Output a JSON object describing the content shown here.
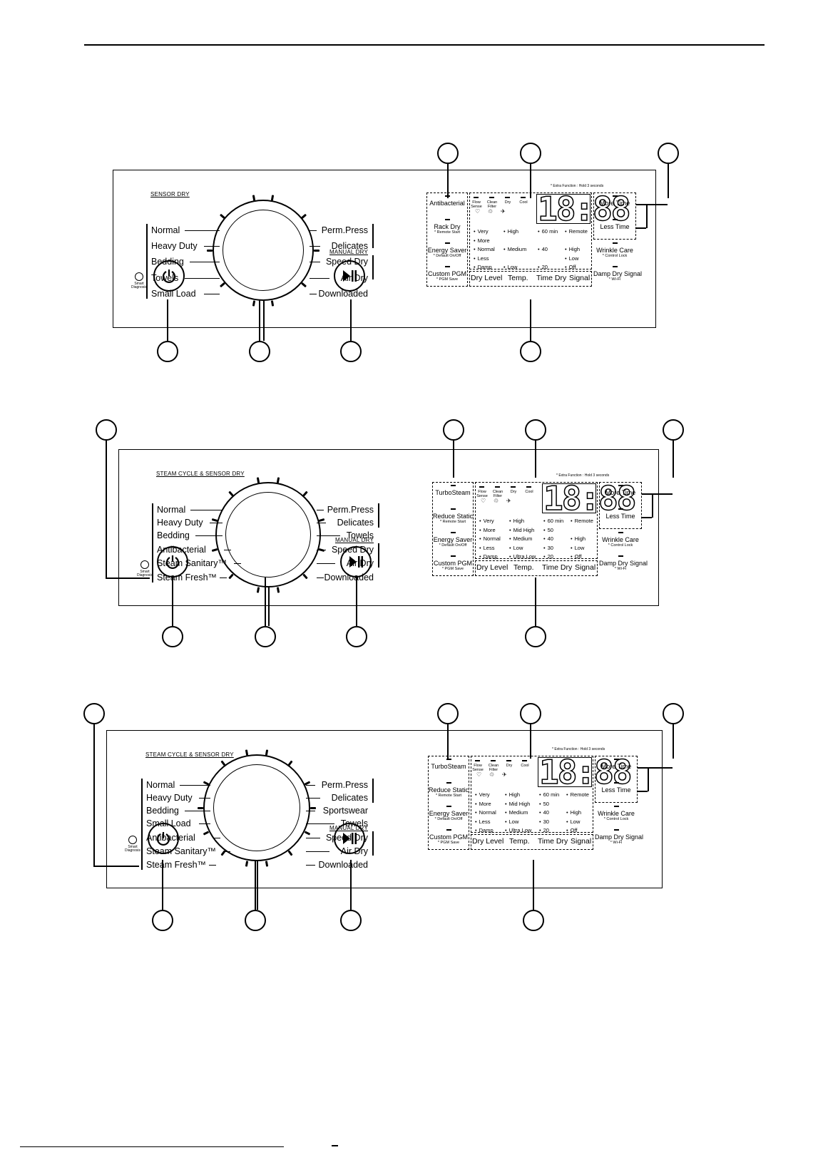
{
  "panels": [
    {
      "group_label": "SENSOR DRY",
      "manual_label": "MANUAL DRY",
      "left_cycles": [
        "Normal",
        "Heavy Duty",
        "Bedding",
        "Towels",
        "Small Load"
      ],
      "right_cycles": [
        "Perm.Press",
        "Delicates",
        "Speed Dry",
        "Air Dry",
        "Downloaded"
      ],
      "left_buttons": [
        {
          "label": "Antibacterial",
          "sub": ""
        },
        {
          "label": "Rack Dry",
          "sub": "* Remote Start"
        },
        {
          "label": "Energy Saver",
          "sub": "* Default On/Off"
        },
        {
          "label": "Custom PGM",
          "sub": "* PGM Save"
        }
      ],
      "indicators": [
        "Flow Sense",
        "Clean Filter",
        "Dry",
        "Cool"
      ],
      "display": "18:88",
      "options": [
        [
          "Very",
          "More",
          "Normal",
          "Less",
          "Damp"
        ],
        [
          "High",
          "Medium",
          "Low"
        ],
        [
          "60 min",
          "40",
          "20"
        ],
        [
          "Remote",
          "High",
          "Low",
          "Off"
        ]
      ],
      "bottom_buttons": [
        "Dry Level",
        "Temp.",
        "Time Dry",
        "Signal"
      ],
      "right_buttons": [
        {
          "label": "More Time",
          "sub": ""
        },
        {
          "label": "Less Time",
          "sub": ""
        },
        {
          "label": "Wrinkle Care",
          "sub": "* Control Lock"
        },
        {
          "label": "Damp Dry Signal",
          "sub": "* Wi-Fi"
        }
      ],
      "extra_function": "* Extra Function : Hold 3 seconds",
      "smart": "Smart Diagnosis"
    },
    {
      "group_label": "STEAM CYCLE & SENSOR DRY",
      "manual_label": "MANUAL DRY",
      "left_cycles": [
        "Normal",
        "Heavy Duty",
        "Bedding",
        "Antibacterial",
        "Steam Sanitary™",
        "Steam Fresh™"
      ],
      "right_cycles": [
        "Perm.Press",
        "Delicates",
        "Towels",
        "Speed Dry",
        "Air Dry",
        "Downloaded"
      ],
      "left_buttons": [
        {
          "label": "TurboSteam",
          "sub": ""
        },
        {
          "label": "Reduce Static",
          "sub": "* Remote Start"
        },
        {
          "label": "Energy Saver",
          "sub": "* Default On/Off"
        },
        {
          "label": "Custom PGM",
          "sub": "* PGM Save"
        }
      ],
      "indicators": [
        "Flow Sense",
        "Clean Filter",
        "Dry",
        "Cool"
      ],
      "display": "18:88",
      "options": [
        [
          "Very",
          "More",
          "Normal",
          "Less",
          "Damp"
        ],
        [
          "High",
          "Mid High",
          "Medium",
          "Low",
          "Ultra Low"
        ],
        [
          "60 min",
          "50",
          "40",
          "30",
          "20"
        ],
        [
          "Remote",
          "High",
          "Low",
          "Off"
        ]
      ],
      "bottom_buttons": [
        "Dry Level",
        "Temp.",
        "Time Dry",
        "Signal"
      ],
      "right_buttons": [
        {
          "label": "More Time",
          "sub": ""
        },
        {
          "label": "Less Time",
          "sub": ""
        },
        {
          "label": "Wrinkle Care",
          "sub": "* Control Lock"
        },
        {
          "label": "Damp Dry Signal",
          "sub": "* Wi-Fi"
        }
      ],
      "extra_function": "* Extra Function : Hold 3 seconds",
      "smart": "Smart Diagnosis"
    },
    {
      "group_label": "STEAM CYCLE & SENSOR DRY",
      "manual_label": "MANUAL DRY",
      "left_cycles": [
        "Normal",
        "Heavy Duty",
        "Bedding",
        "Small Load",
        "Antibacterial",
        "Steam Sanitary™",
        "Steam Fresh™"
      ],
      "right_cycles": [
        "Perm.Press",
        "Delicates",
        "Sportswear",
        "Towels",
        "Speed Dry",
        "Air Dry",
        "Downloaded"
      ],
      "left_buttons": [
        {
          "label": "TurboSteam",
          "sub": ""
        },
        {
          "label": "Reduce Static",
          "sub": "* Remote Start"
        },
        {
          "label": "Energy Saver",
          "sub": "* Default On/Off"
        },
        {
          "label": "Custom PGM",
          "sub": "* PGM Save"
        }
      ],
      "indicators": [
        "Flow Sense",
        "Clean Filter",
        "Dry",
        "Cool"
      ],
      "display": "18:88",
      "options": [
        [
          "Very",
          "More",
          "Normal",
          "Less",
          "Damp"
        ],
        [
          "High",
          "Mid High",
          "Medium",
          "Low",
          "Ultra Low"
        ],
        [
          "60 min",
          "50",
          "40",
          "30",
          "20"
        ],
        [
          "Remote",
          "High",
          "Low",
          "Off"
        ]
      ],
      "bottom_buttons": [
        "Dry Level",
        "Temp.",
        "Time Dry",
        "Signal"
      ],
      "right_buttons": [
        {
          "label": "More Time",
          "sub": ""
        },
        {
          "label": "Less Time",
          "sub": ""
        },
        {
          "label": "Wrinkle Care",
          "sub": "* Control Lock"
        },
        {
          "label": "Damp Dry Signal",
          "sub": "* Wi-Fi"
        }
      ],
      "extra_function": "* Extra Function : Hold 3 seconds",
      "smart": "Smart Diagnosis"
    }
  ]
}
